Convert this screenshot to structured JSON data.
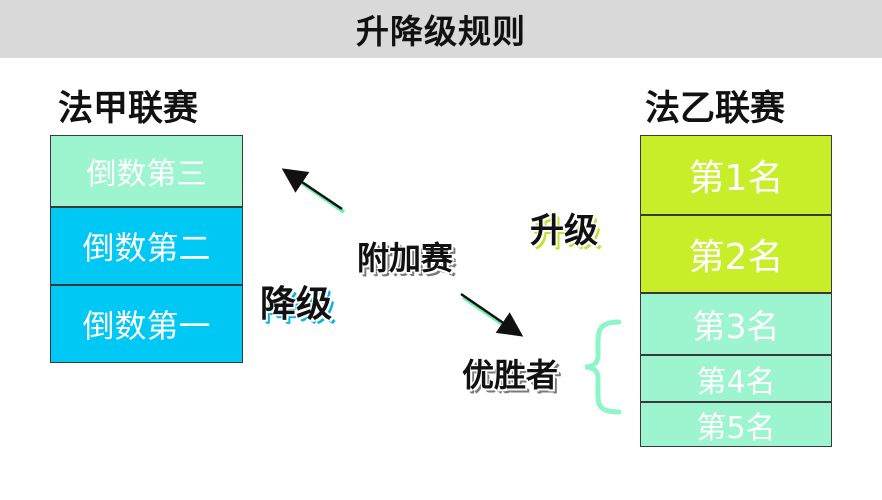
{
  "title": "升降级规则",
  "league_a": {
    "name": "法甲联赛",
    "rows": [
      "倒数第三",
      "倒数第二",
      "倒数第一"
    ]
  },
  "league_b": {
    "name": "法乙联赛",
    "rows": [
      "第1名",
      "第2名",
      "第3名",
      "第4名",
      "第5名"
    ]
  },
  "labels": {
    "relegation": "降级",
    "playoff": "附加赛",
    "promotion": "升级",
    "winner": "优胜者"
  },
  "colors": {
    "mint": "#9cf5cf",
    "cyan": "#00c8f5",
    "lime": "#c8ee2a",
    "title_bar": "#d9d9d9",
    "arrow_green": "#6ef0b0"
  }
}
